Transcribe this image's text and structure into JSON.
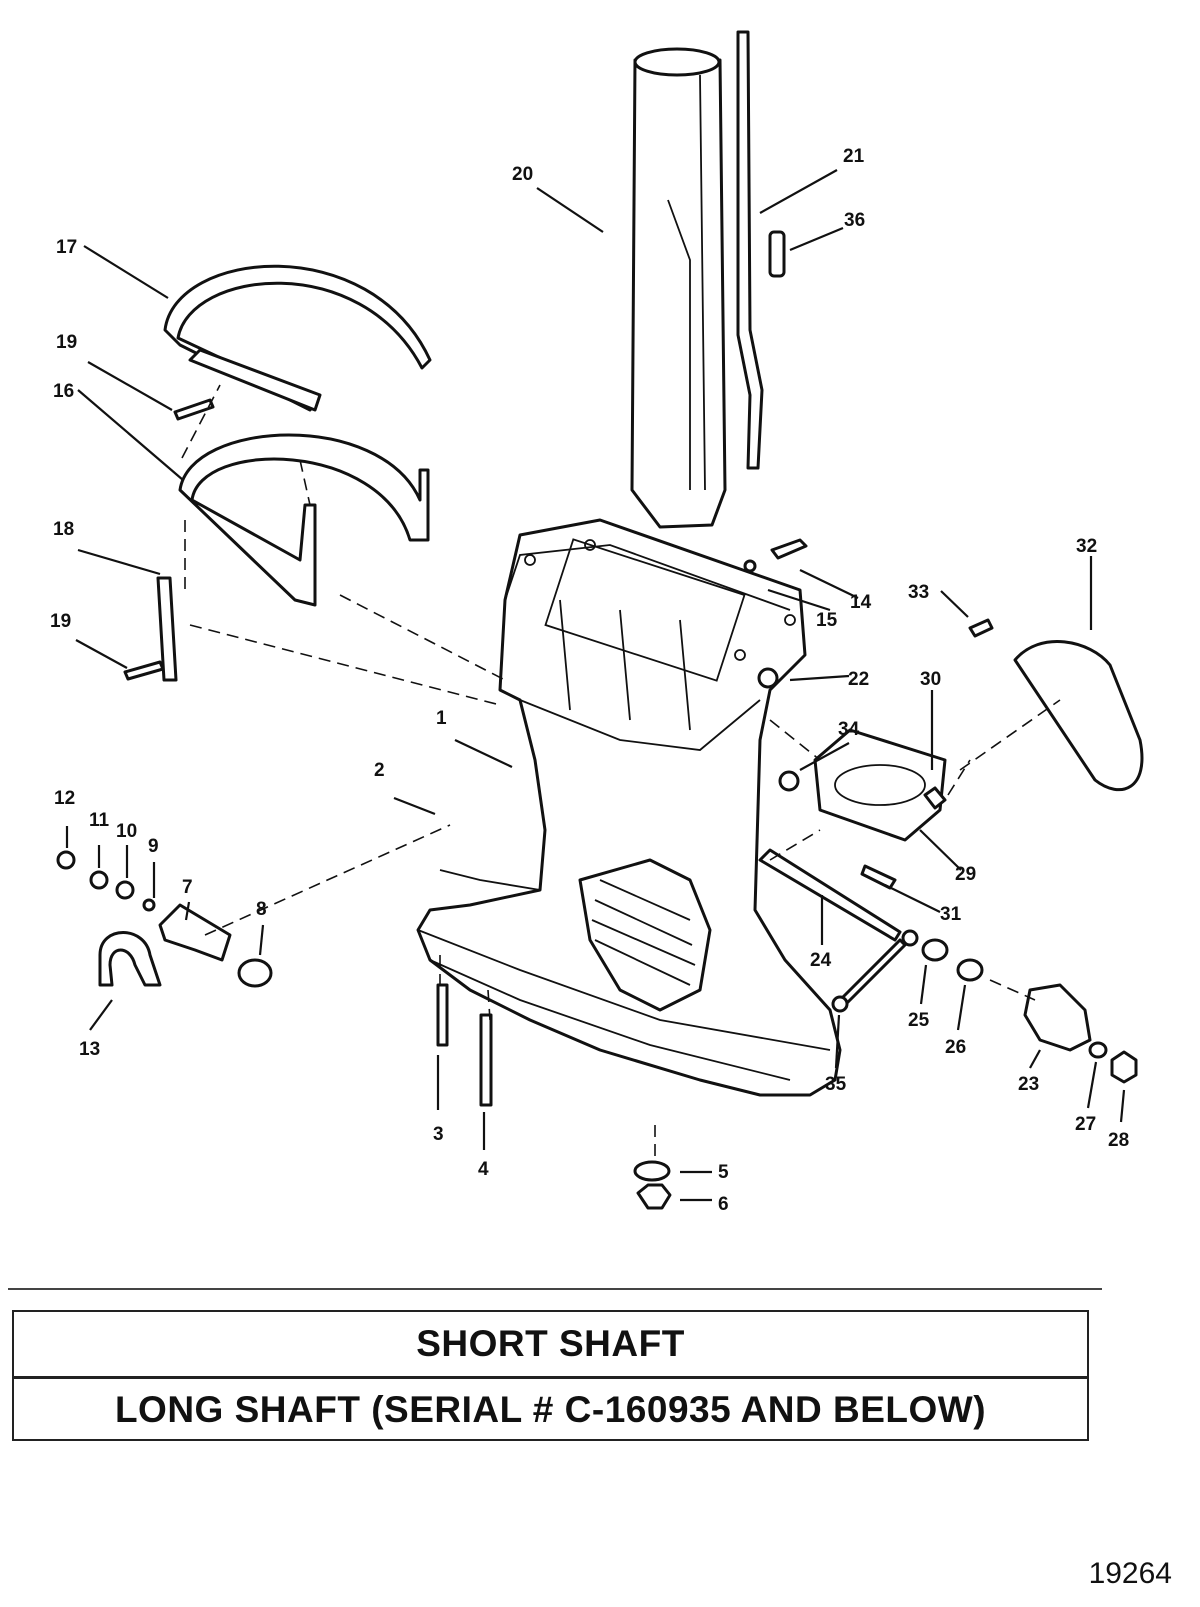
{
  "callouts": [
    "1",
    "2",
    "3",
    "4",
    "5",
    "6",
    "7",
    "8",
    "9",
    "10",
    "11",
    "12",
    "13",
    "14",
    "15",
    "16",
    "17",
    "18",
    "19",
    "20",
    "21",
    "22",
    "23",
    "24",
    "25",
    "26",
    "27",
    "28",
    "29",
    "30",
    "31",
    "32",
    "33",
    "34",
    "35",
    "36"
  ],
  "caption": {
    "short_shaft": "SHORT SHAFT",
    "long_shaft": "LONG SHAFT (SERIAL # C-160935 AND BELOW)"
  },
  "figure_number": "19264"
}
